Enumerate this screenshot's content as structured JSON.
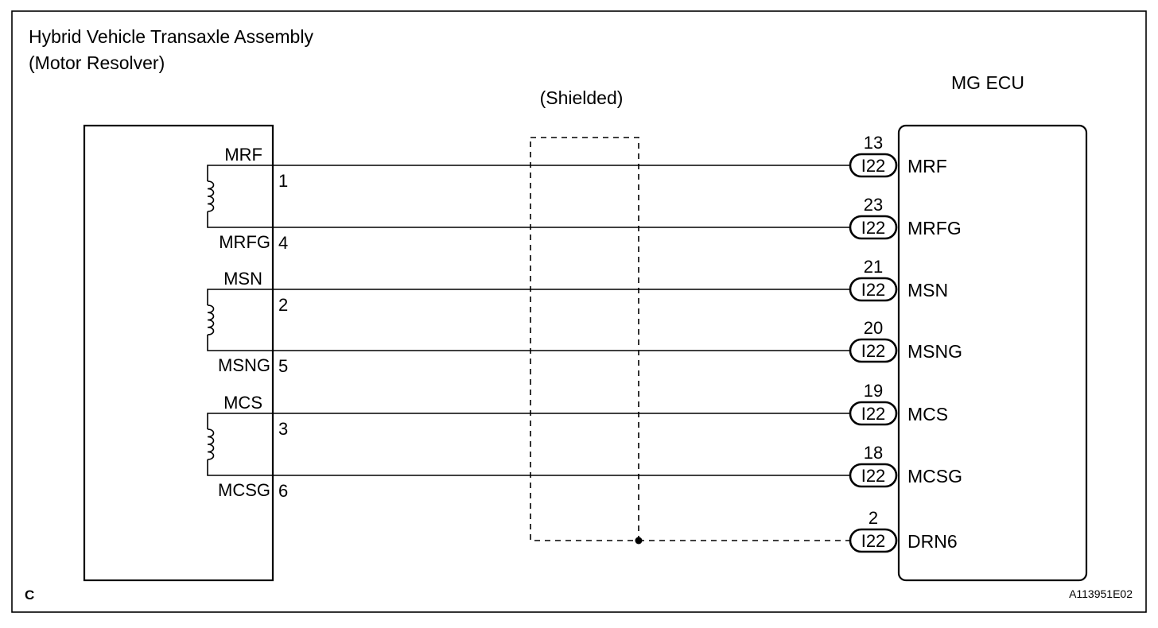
{
  "left_component": {
    "title_line1": "Hybrid Vehicle Transaxle Assembly",
    "title_line2": "(Motor Resolver)"
  },
  "right_component": {
    "title": "MG ECU"
  },
  "shield_label": "(Shielded)",
  "corner_letter": "C",
  "figure_code": "A113951E02",
  "coils": [
    {
      "top_signal": "MRF",
      "top_pin": "1",
      "bottom_signal": "MRFG",
      "bottom_pin": "4"
    },
    {
      "top_signal": "MSN",
      "top_pin": "2",
      "bottom_signal": "MSNG",
      "bottom_pin": "5"
    },
    {
      "top_signal": "MCS",
      "top_pin": "3",
      "bottom_signal": "MCSG",
      "bottom_pin": "6"
    }
  ],
  "ecu_terminals": [
    {
      "pin": "13",
      "connector": "I22",
      "signal": "MRF"
    },
    {
      "pin": "23",
      "connector": "I22",
      "signal": "MRFG"
    },
    {
      "pin": "21",
      "connector": "I22",
      "signal": "MSN"
    },
    {
      "pin": "20",
      "connector": "I22",
      "signal": "MSNG"
    },
    {
      "pin": "19",
      "connector": "I22",
      "signal": "MCS"
    },
    {
      "pin": "18",
      "connector": "I22",
      "signal": "MCSG"
    },
    {
      "pin": "2",
      "connector": "I22",
      "signal": "DRN6"
    }
  ]
}
